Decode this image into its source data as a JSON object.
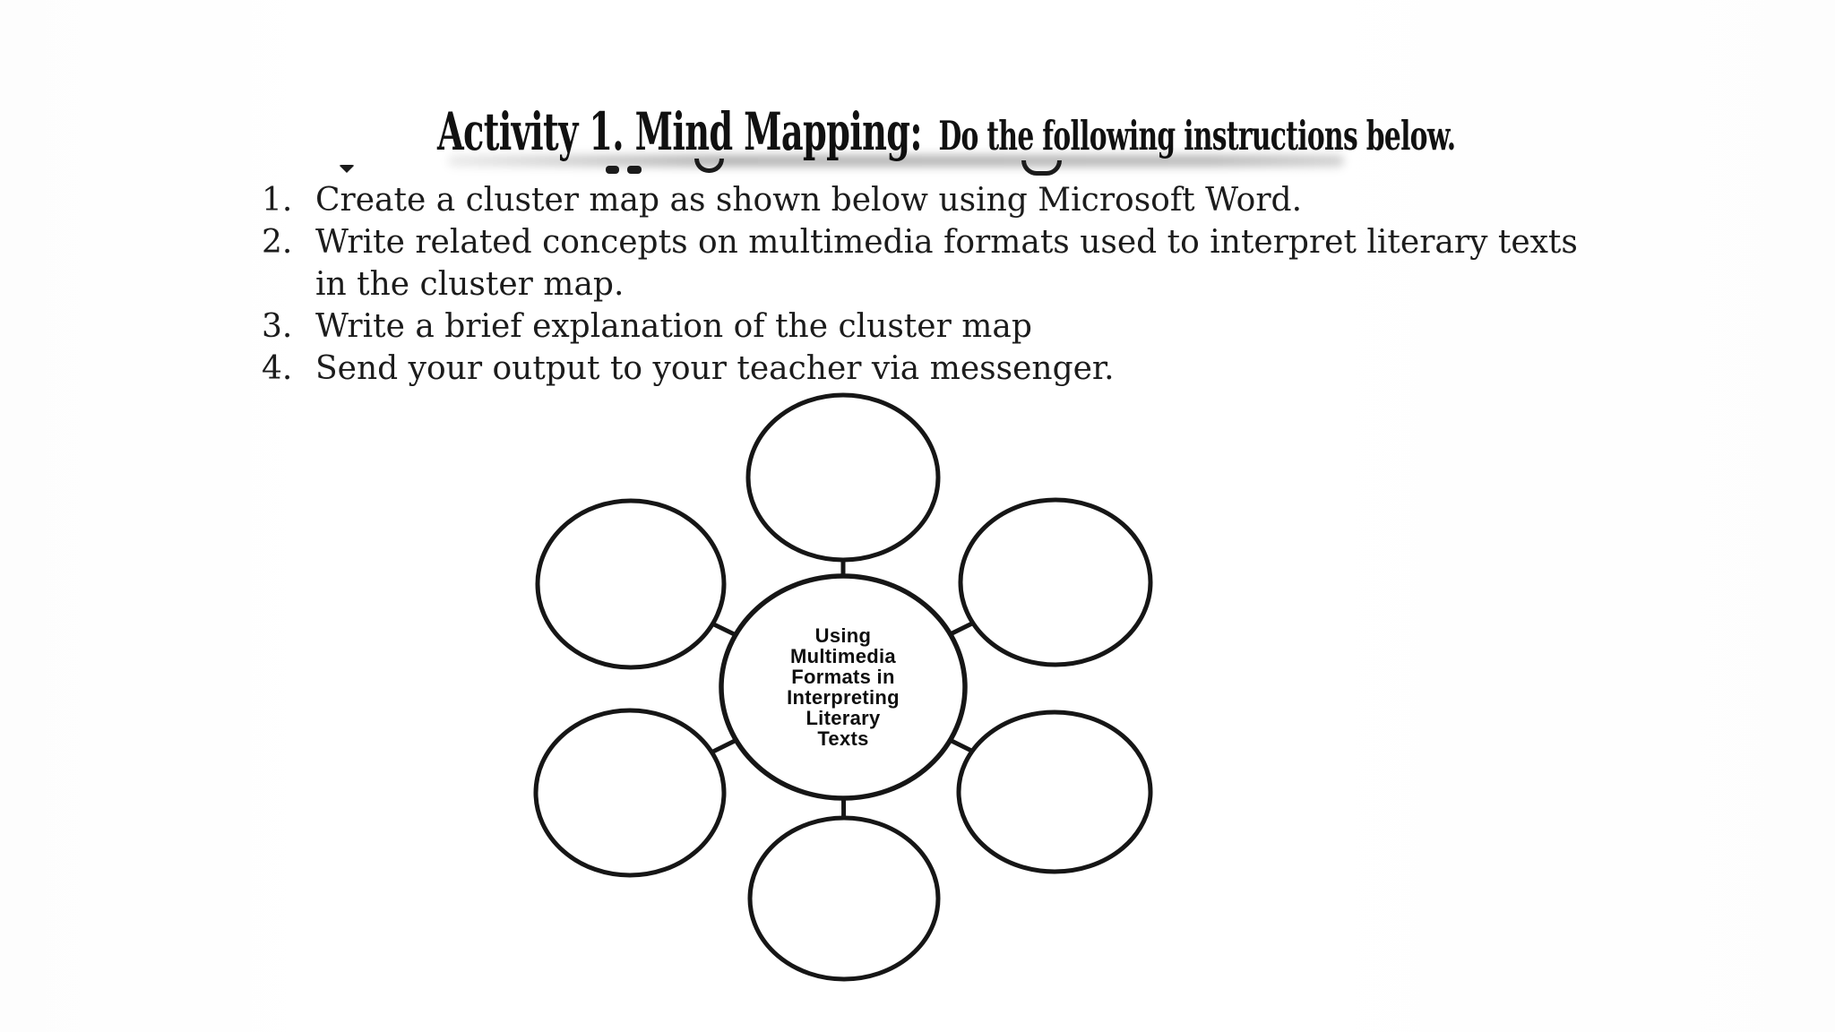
{
  "header": {
    "title_main": "Activity 1. Mind Mapping:",
    "title_sub": "Do the following instructions below."
  },
  "instructions": {
    "items": [
      {
        "number": "1.",
        "text": "Create a cluster map as shown below using Microsoft Word."
      },
      {
        "number": "2.",
        "text": "Write related concepts on multimedia formats used to interpret literary texts\nin the cluster map."
      },
      {
        "number": "3.",
        "text": "Write a brief explanation of the cluster map"
      },
      {
        "number": "4.",
        "text": "Send your output to your teacher via messenger."
      }
    ]
  },
  "diagram": {
    "type": "cluster-map",
    "center_label": "Using\nMultimedia\nFormats in\nInterpreting\nLiterary\nTexts",
    "outer_circle_count": 6,
    "outer_circles_empty": true,
    "stroke_color": "#161616",
    "fill_color": "#ffffff"
  },
  "scan_artifacts": {
    "description": "cut-off descender fragments of a covered text line beneath the title",
    "fragments": [
      "y-descender-tip",
      "stem-dot",
      "stem-dot",
      "g-bowl",
      "g-bowl"
    ]
  }
}
